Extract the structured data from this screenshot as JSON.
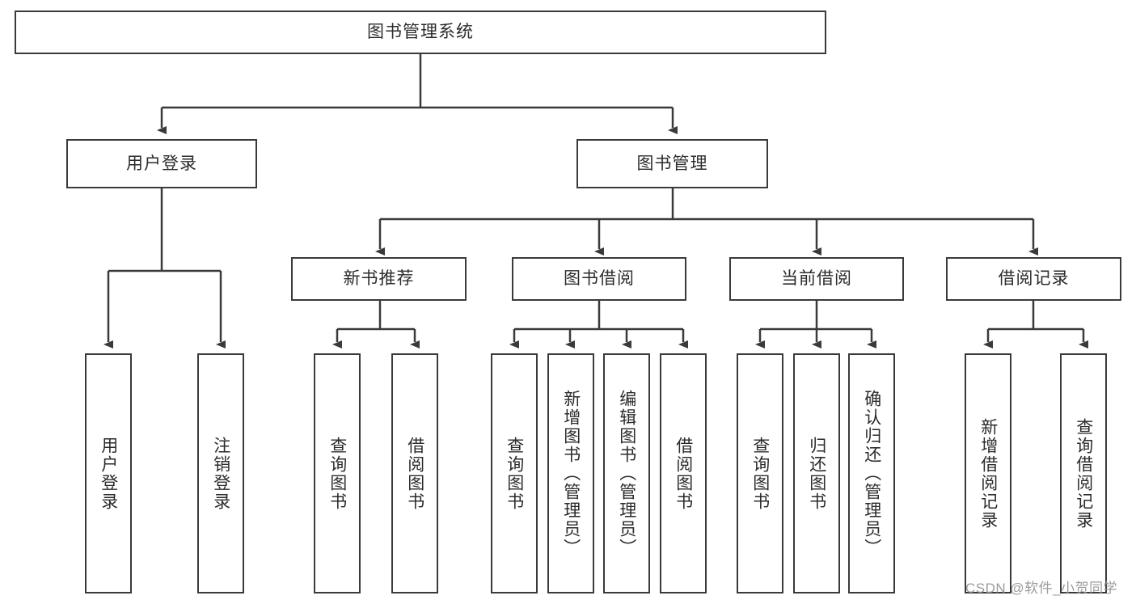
{
  "diagram": {
    "title": "图书管理系统",
    "type": "tree-hierarchy",
    "colors": {
      "background": "#ffffff",
      "box_border": "#3a3a3a",
      "box_fill": "#ffffff",
      "text": "#2b2b2b",
      "edge": "#3a3a3a",
      "watermark": "#9b9b9b"
    },
    "root": {
      "label": "图书管理系统"
    },
    "level2": [
      {
        "label": "用户登录"
      },
      {
        "label": "图书管理"
      }
    ],
    "level3": [
      {
        "label": "新书推荐"
      },
      {
        "label": "图书借阅"
      },
      {
        "label": "当前借阅"
      },
      {
        "label": "借阅记录"
      }
    ],
    "leaves": {
      "user_login": [
        {
          "label": "用户登录"
        },
        {
          "label": "注销登录"
        }
      ],
      "new_book_recommend": [
        {
          "label": "查询图书"
        },
        {
          "label": "借阅图书"
        }
      ],
      "book_borrow": [
        {
          "label": "查询图书"
        },
        {
          "label": "新增图书（管理员）"
        },
        {
          "label": "编辑图书（管理员）"
        },
        {
          "label": "借阅图书"
        }
      ],
      "current_borrow": [
        {
          "label": "查询图书"
        },
        {
          "label": "归还图书"
        },
        {
          "label": "确认归还（管理员）"
        }
      ],
      "borrow_record": [
        {
          "label": "新增借阅记录"
        },
        {
          "label": "查询借阅记录"
        }
      ]
    },
    "watermark": "CSDN @软件_小贺同学"
  }
}
